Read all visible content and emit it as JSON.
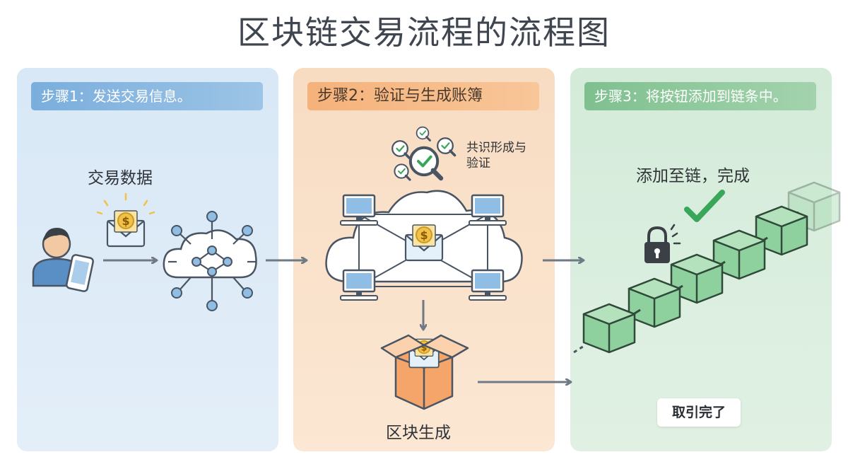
{
  "title": "区块链交易流程的流程图",
  "steps": [
    {
      "band": "步骤1：发送交易信息。",
      "label": "交易数据"
    },
    {
      "band": "步骤2：验证与生成账簿",
      "consensus_line1": "共识形成与",
      "consensus_line2": "验证",
      "label": "区块生成"
    },
    {
      "band": "步骤3：将按钮添加到链条中。",
      "label": "添加至链，完成",
      "badge": "取引完了"
    }
  ],
  "icons": {
    "dollar_symbol": "$"
  },
  "colors": {
    "step1": "#7aaedc",
    "step2": "#f5b27a",
    "step3": "#7fc08f",
    "arrow": "#6f7a86",
    "check": "#3aa65a"
  }
}
